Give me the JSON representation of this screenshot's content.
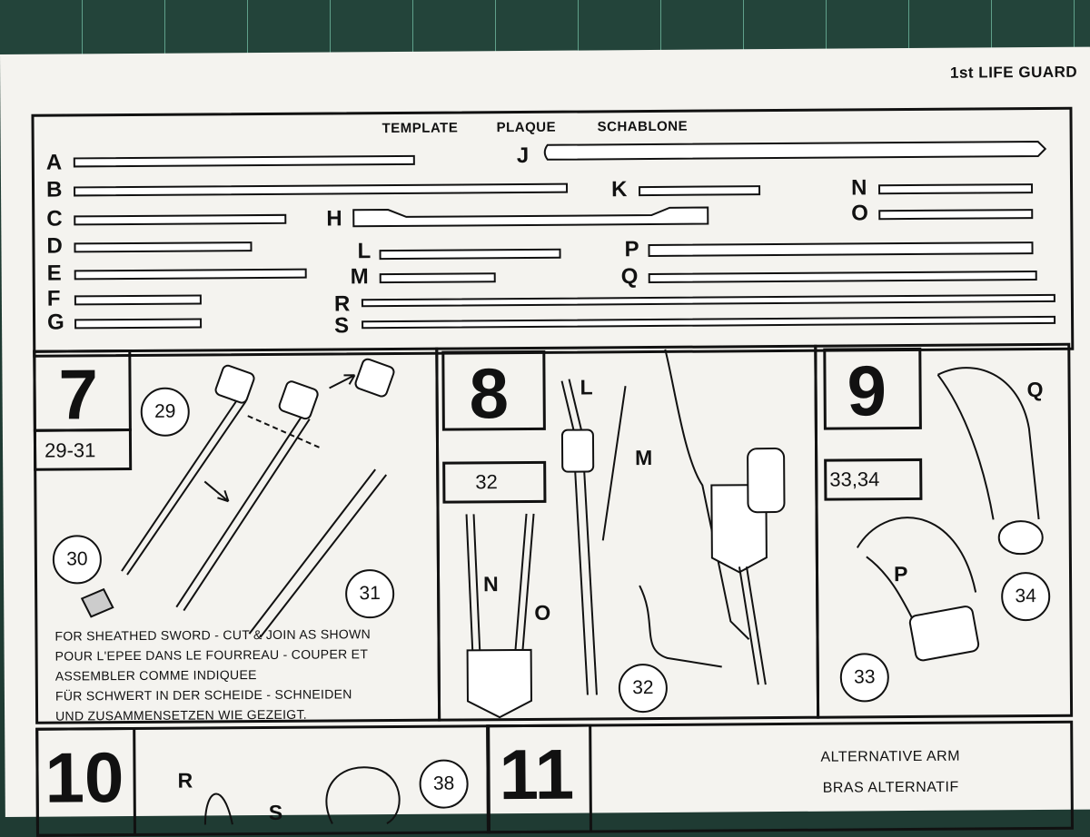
{
  "header": {
    "title": "1st LIFE GUARD"
  },
  "templates": {
    "titles": [
      "TEMPLATE",
      "PLAQUE",
      "SCHABLONE"
    ],
    "letters": [
      "A",
      "B",
      "C",
      "D",
      "E",
      "F",
      "G",
      "H",
      "J",
      "K",
      "L",
      "M",
      "N",
      "O",
      "P",
      "Q",
      "R",
      "S"
    ]
  },
  "steps": [
    {
      "number": "7",
      "parts": "29-31"
    },
    {
      "number": "8",
      "parts": "32"
    },
    {
      "number": "9",
      "parts": "33,34"
    },
    {
      "number": "10",
      "parts": ""
    },
    {
      "number": "11",
      "parts": ""
    }
  ],
  "callouts": {
    "c29": "29",
    "c30": "30",
    "c31": "31",
    "c32": "32",
    "c33": "33",
    "c34": "34",
    "c38": "38"
  },
  "labels": {
    "L": "L",
    "M": "M",
    "N": "N",
    "O": "O",
    "P": "P",
    "Q": "Q",
    "R": "R",
    "S": "S"
  },
  "note": [
    "FOR SHEATHED SWORD - CUT & JOIN AS SHOWN",
    "POUR L'EPEE DANS LE FOURREAU - COUPER ET",
    "ASSEMBLER COMME INDIQUEE",
    "FÜR SCHWERT IN DER SCHEIDE - SCHNEIDEN",
    "UND ZUSAMMENSETZEN WIE GEZEIGT."
  ],
  "alternative": [
    "ALTERNATIVE ARM",
    "BRAS ALTERNATIF"
  ],
  "colors": {
    "ink": "#111111",
    "paper": "#f4f3ef",
    "mat": "#23443a"
  }
}
